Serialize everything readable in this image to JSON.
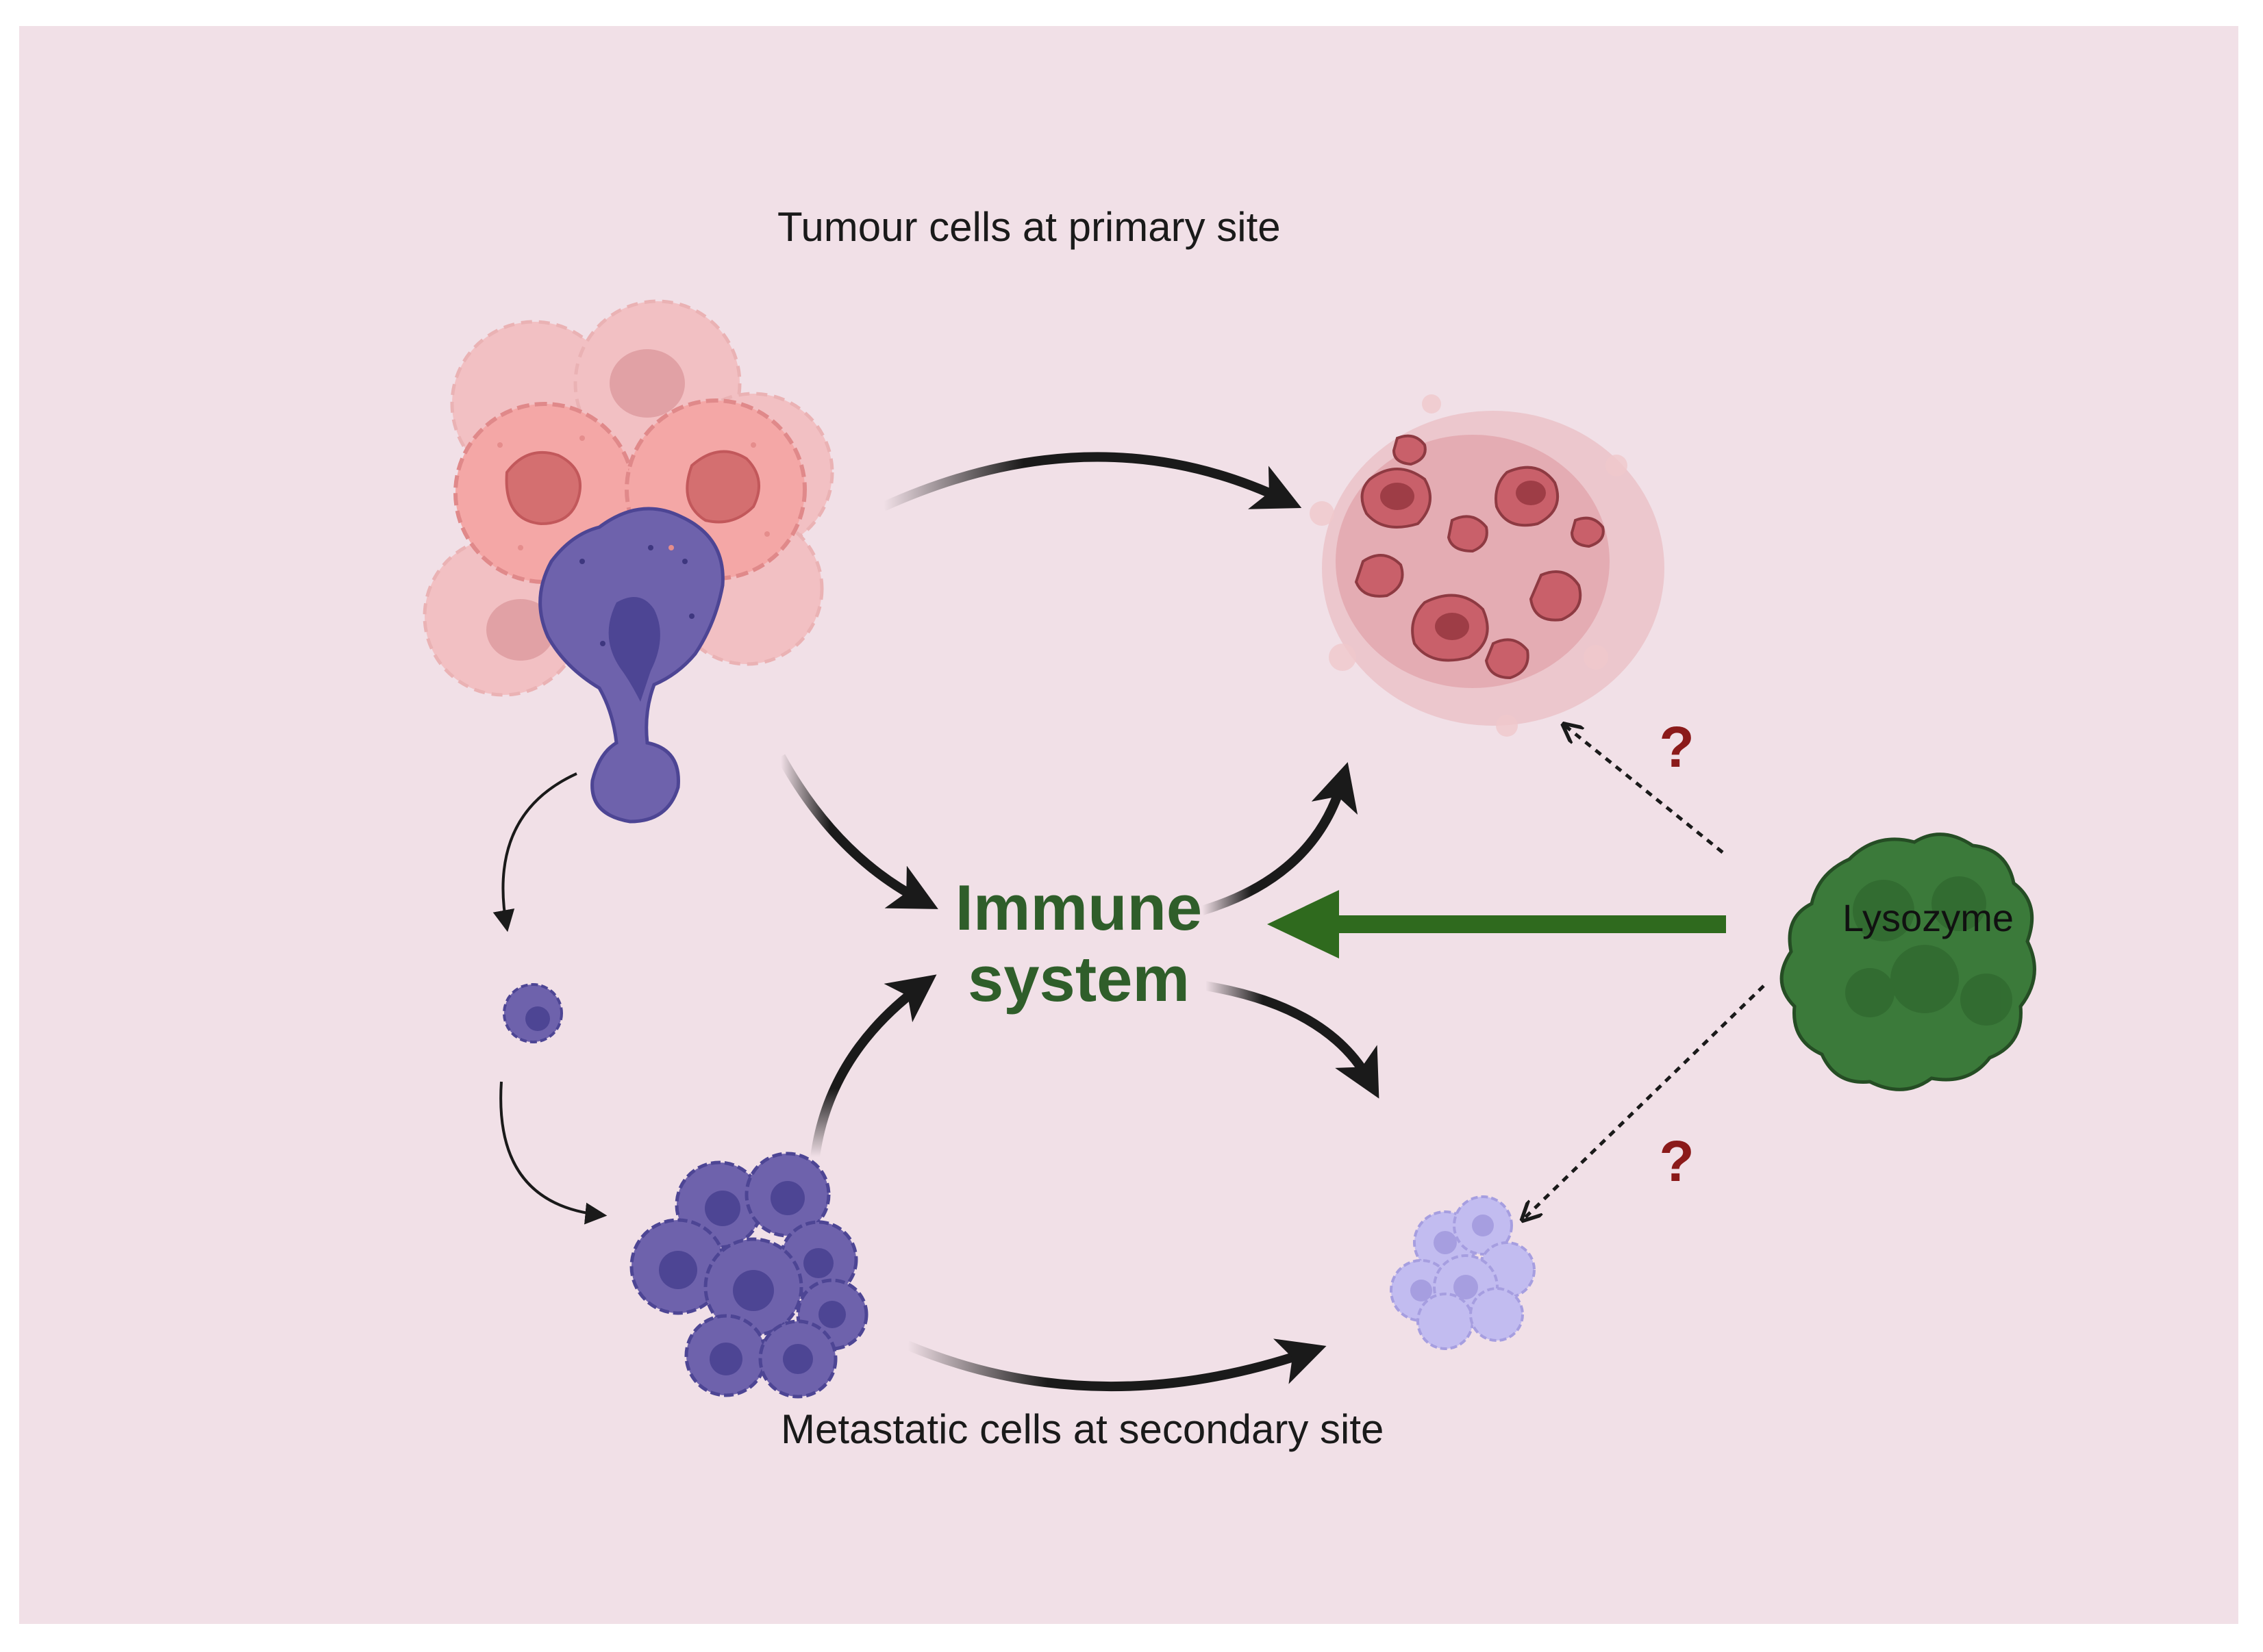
{
  "labels": {
    "primary_site": "Tumour cells at primary site",
    "secondary_site": "Metastatic cells at secondary site",
    "immune_line1": "Immune",
    "immune_line2": "system",
    "lysozyme": "Lysozyme",
    "question_top": "?",
    "question_bottom": "?"
  },
  "colors": {
    "background": "#f1e0e7",
    "tumour_pink": "#f4a7a6",
    "tumour_nucleus": "#d46f70",
    "metastatic_purple": "#6e62ac",
    "metastatic_nucleus": "#4d4594",
    "dead_cells": "#c9606a",
    "lysed_metastatic": "#b8b2ea",
    "lysozyme_green": "#3b7a3a",
    "immune_text": "#2f5e2a",
    "arrow_black": "#1a1a1a",
    "arrow_green": "#2f6a1e",
    "question_red": "#8b1a1a"
  },
  "icons": {
    "primary_tumour": "tumour-cluster-icon",
    "dead_tumour": "dead-tumour-cells-icon",
    "single_cell": "circulating-tumour-cell-icon",
    "metastasis": "metastatic-cluster-icon",
    "lysed_metastasis": "lysed-metastatic-cells-icon",
    "lysozyme": "lysozyme-protein-icon"
  }
}
